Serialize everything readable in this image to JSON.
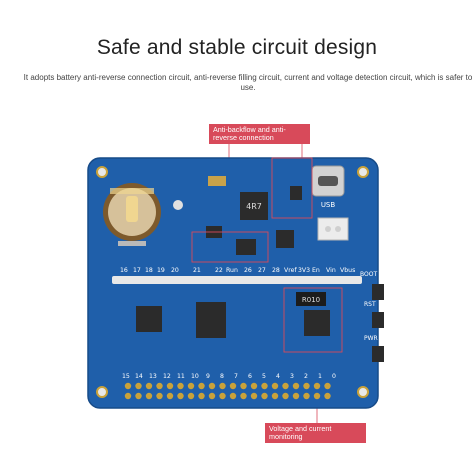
{
  "page": {
    "title": "Safe and stable circuit design",
    "subtitle": "It adopts battery anti-reverse connection circuit, anti-reverse filling circuit, current and voltage detection circuit, which is safer to use."
  },
  "callouts": {
    "top": "Anti-backflow and anti-reverse connection",
    "bottom": "Voltage and current monitoring"
  },
  "board": {
    "top_row_labels": [
      "16",
      "17",
      "18",
      "19",
      "20",
      "21",
      "22",
      "Run",
      "26",
      "27",
      "28",
      "Vref",
      "3V3",
      "En",
      "Vin",
      "Vbus"
    ],
    "bottom_row_labels": [
      "15",
      "14",
      "13",
      "12",
      "11",
      "10",
      "9",
      "8",
      "7",
      "6",
      "5",
      "4",
      "3",
      "2",
      "1",
      "0"
    ],
    "usb_label": "USB",
    "chip_marking": "4R7",
    "shunt_marking": "R010",
    "side_labels": [
      "BOOT",
      "RST",
      "PWR"
    ],
    "colors": {
      "pcb": "#1f5faa",
      "callout": "#d84a5a",
      "header_pins": "#c9a23a"
    }
  }
}
